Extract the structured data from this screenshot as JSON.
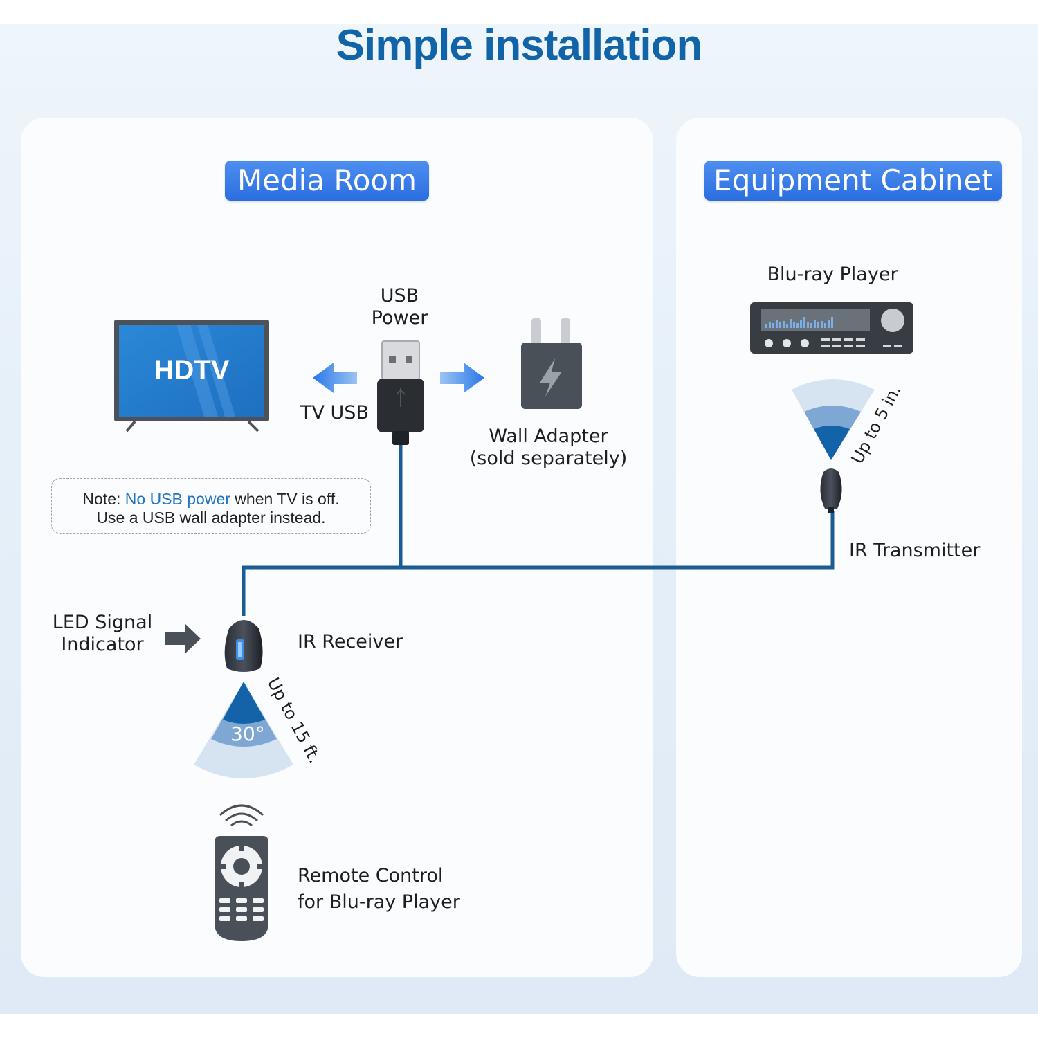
{
  "title": "Simple installation",
  "panels": {
    "media_room": {
      "label": "Media Room"
    },
    "equipment_cabinet": {
      "label": "Equipment Cabinet"
    }
  },
  "tv": {
    "screen_text": "HDTV"
  },
  "usb": {
    "power_line1": "USB",
    "power_line2": "Power",
    "tv_usb": "TV USB"
  },
  "wall_adapter": {
    "line1": "Wall Adapter",
    "line2": "(sold separately)"
  },
  "note": {
    "prefix": "Note: ",
    "highlight": "No USB power",
    "suffix": " when TV is off.",
    "line2": "Use a USB wall adapter instead."
  },
  "led_indicator": {
    "line1": "LED Signal",
    "line2": "Indicator"
  },
  "ir_receiver": {
    "label": "IR Receiver",
    "angle": "30°",
    "range": "Up to 15 ft."
  },
  "remote": {
    "line1": "Remote Control",
    "line2": "for Blu-ray Player"
  },
  "bluray": {
    "label": "Blu-ray Player"
  },
  "ir_transmitter": {
    "label": "IR Transmitter",
    "range": "Up to 5 in."
  },
  "colors": {
    "title": "#1264a8",
    "cable": "#1a5d94",
    "tag": "#2a6ee0",
    "highlight": "#1f74c0"
  }
}
